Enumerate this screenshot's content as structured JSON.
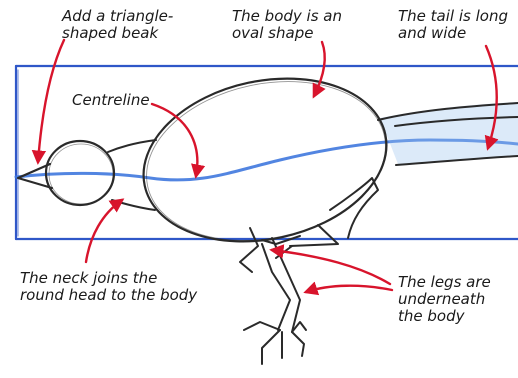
{
  "annotations": {
    "beak": [
      "Add a triangle-",
      "shaped beak"
    ],
    "body": [
      "The body is an",
      "oval shape"
    ],
    "tail": [
      "The tail is long",
      "and wide"
    ],
    "centreline": "Centreline",
    "neck": [
      "The neck joins the",
      "round head to the body"
    ],
    "legs": [
      "The legs are",
      "underneath",
      "the body"
    ]
  },
  "colors": {
    "frame": "#2f57c8",
    "centreline": "#3f78de",
    "arrow": "#d8142c",
    "pencil": "#2a2a2a"
  }
}
